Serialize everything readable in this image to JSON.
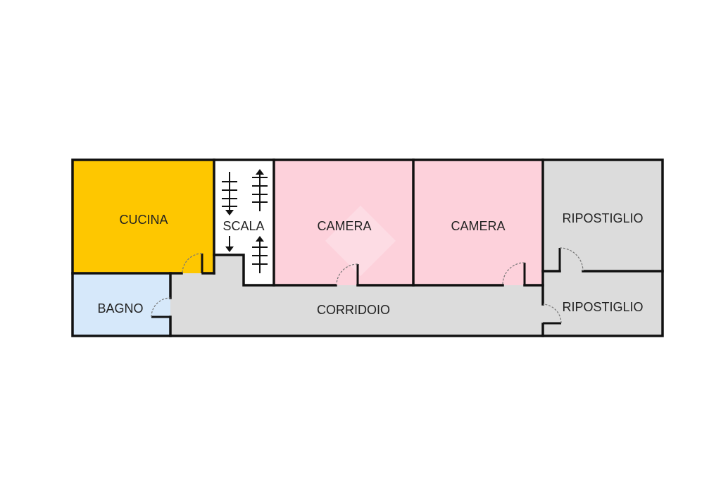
{
  "title": "Floor plan",
  "rooms": {
    "cucina": {
      "label": "CUCINA",
      "color": "#FEC700"
    },
    "scala": {
      "label": "SCALA",
      "color": "#FFFFFF"
    },
    "camera1": {
      "label": "CAMERA",
      "color": "#FDD1DB"
    },
    "camera2": {
      "label": "CAMERA",
      "color": "#FDD1DB"
    },
    "ripostiglio1": {
      "label": "RIPOSTIGLIO",
      "color": "#DCDCDC"
    },
    "bagno": {
      "label": "BAGNO",
      "color": "#D6E8FA"
    },
    "corridoio": {
      "label": "CORRIDOIO",
      "color": "#DCDCDC"
    },
    "ripostiglio2": {
      "label": "RIPOSTIGLIO",
      "color": "#DCDCDC"
    }
  }
}
